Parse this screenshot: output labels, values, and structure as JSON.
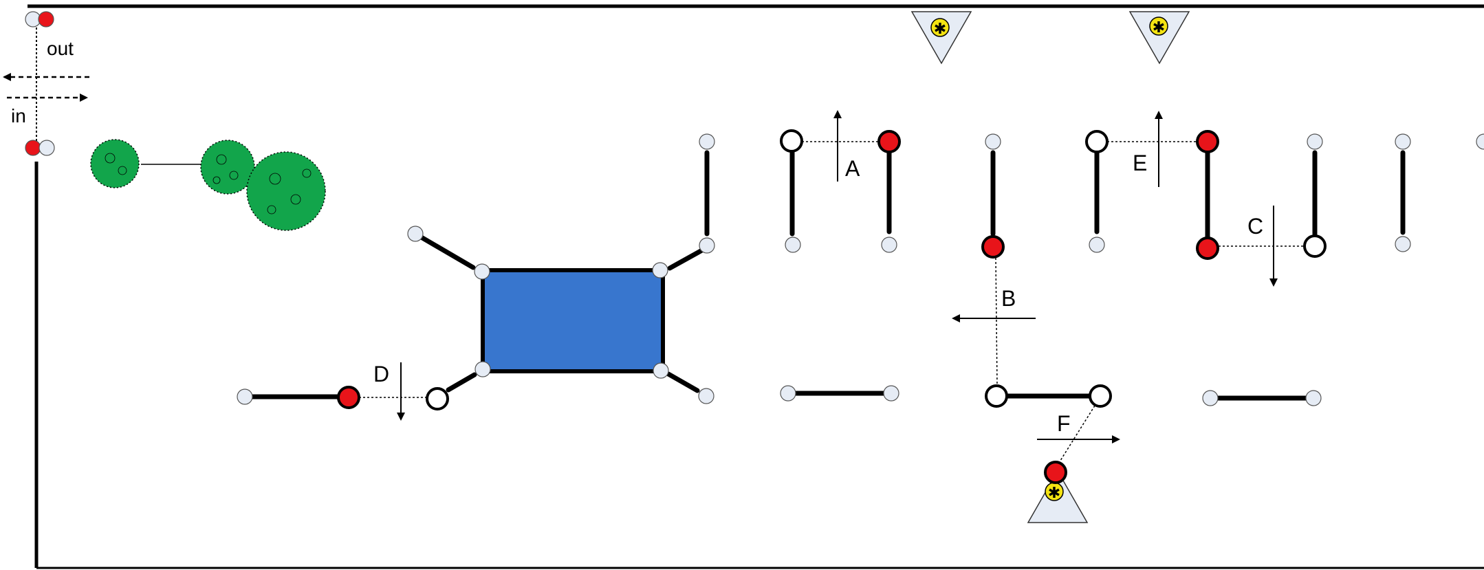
{
  "labels": {
    "out": "out",
    "in": "in",
    "A": "A",
    "B": "B",
    "C": "C",
    "D": "D",
    "E": "E",
    "F": "F"
  },
  "colors": {
    "wall": "#000000",
    "node_fill": "#e6ecf5",
    "node_red": "#e8141a",
    "node_hollow": "#ffffff",
    "table_blue": "#3876ce",
    "plant_green": "#12a54b",
    "fan_body": "#e6ecf5",
    "fan_yellow": "#f4e312"
  },
  "icons": {
    "fan": "ceiling-fan-icon",
    "plant": "plant-icon",
    "table": "table-icon"
  }
}
